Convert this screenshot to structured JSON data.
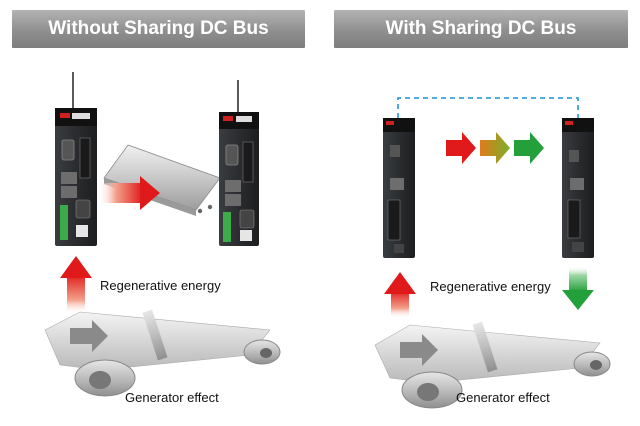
{
  "panels": {
    "left": {
      "title": "Without Sharing DC Bus",
      "regen_label": "Regenerative energy",
      "generator_label": "Generator effect"
    },
    "right": {
      "title": "With Sharing DC Bus",
      "regen_label": "Regenerative energy",
      "generator_label": "Generator effect"
    }
  },
  "colors": {
    "title_bar": "#8f8f8f",
    "energy_red": "#e01a1a",
    "energy_green": "#23a03a",
    "dc_bus_line": "#3aa0dc",
    "drive_body": "#2b2e31",
    "roller": "#c8c8c8"
  }
}
